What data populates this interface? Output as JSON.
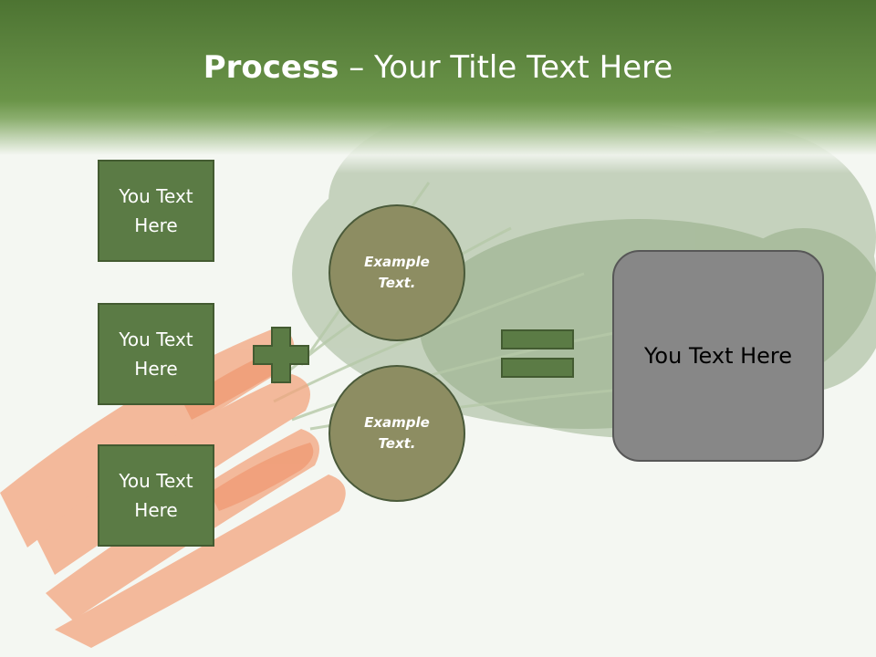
{
  "slide": {
    "title_bold": "Process",
    "title_rest": " – Your Title Text Here",
    "boxes": [
      {
        "label": "You Text Here"
      },
      {
        "label": "You Text Here"
      },
      {
        "label": "You Text Here"
      }
    ],
    "circles": [
      {
        "label": "Example Text."
      },
      {
        "label": "Example Text."
      }
    ],
    "result_label": "You Text Here",
    "icons": {
      "plus": "plus-icon",
      "equals": "equals-icon"
    },
    "colors": {
      "header": "#5d853f",
      "box_fill": "#5b7b45",
      "circle_fill": "#8d8d62",
      "result_fill": "#878787",
      "carrot": "#f4a07a"
    }
  }
}
